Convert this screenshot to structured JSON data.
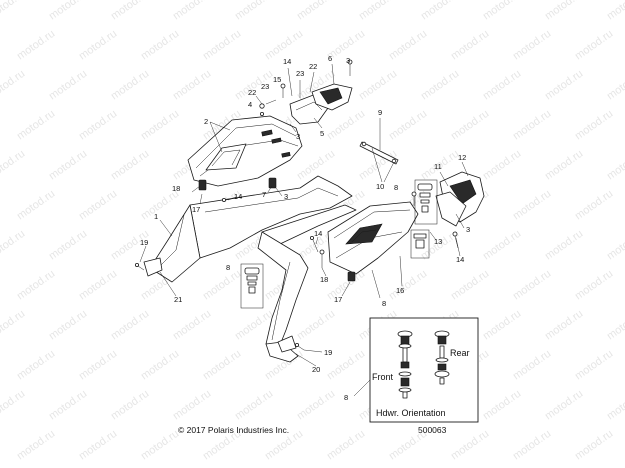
{
  "watermark": "motod.ru",
  "copyright": "© 2017 Polaris Industries Inc.",
  "diagram_number": "500063",
  "inset": {
    "front_label": "Front",
    "rear_label": "Rear",
    "orientation_label": "Hdwr. Orientation",
    "callout": "8"
  },
  "callouts": [
    {
      "id": "c1",
      "text": "1"
    },
    {
      "id": "c2",
      "text": "2"
    },
    {
      "id": "c3a",
      "text": "3"
    },
    {
      "id": "c3b",
      "text": "3"
    },
    {
      "id": "c3c",
      "text": "3"
    },
    {
      "id": "c3d",
      "text": "3"
    },
    {
      "id": "c4",
      "text": "4"
    },
    {
      "id": "c5",
      "text": "5"
    },
    {
      "id": "c6",
      "text": "6"
    },
    {
      "id": "c7",
      "text": "7"
    },
    {
      "id": "c8a",
      "text": "8"
    },
    {
      "id": "c8b",
      "text": "8"
    },
    {
      "id": "c8c",
      "text": "8"
    },
    {
      "id": "c8d",
      "text": "8"
    },
    {
      "id": "c9",
      "text": "9"
    },
    {
      "id": "c10",
      "text": "10"
    },
    {
      "id": "c11",
      "text": "11"
    },
    {
      "id": "c12",
      "text": "12"
    },
    {
      "id": "c13",
      "text": "13"
    },
    {
      "id": "c14a",
      "text": "14"
    },
    {
      "id": "c14b",
      "text": "14"
    },
    {
      "id": "c14c",
      "text": "14"
    },
    {
      "id": "c14d",
      "text": "14"
    },
    {
      "id": "c15",
      "text": "15"
    },
    {
      "id": "c16",
      "text": "16"
    },
    {
      "id": "c17a",
      "text": "17"
    },
    {
      "id": "c17b",
      "text": "17"
    },
    {
      "id": "c18a",
      "text": "18"
    },
    {
      "id": "c18b",
      "text": "18"
    },
    {
      "id": "c19a",
      "text": "19"
    },
    {
      "id": "c19b",
      "text": "19"
    },
    {
      "id": "c20",
      "text": "20"
    },
    {
      "id": "c21",
      "text": "21"
    },
    {
      "id": "c22a",
      "text": "22"
    },
    {
      "id": "c22b",
      "text": "22"
    },
    {
      "id": "c23a",
      "text": "23"
    },
    {
      "id": "c23b",
      "text": "23"
    }
  ]
}
